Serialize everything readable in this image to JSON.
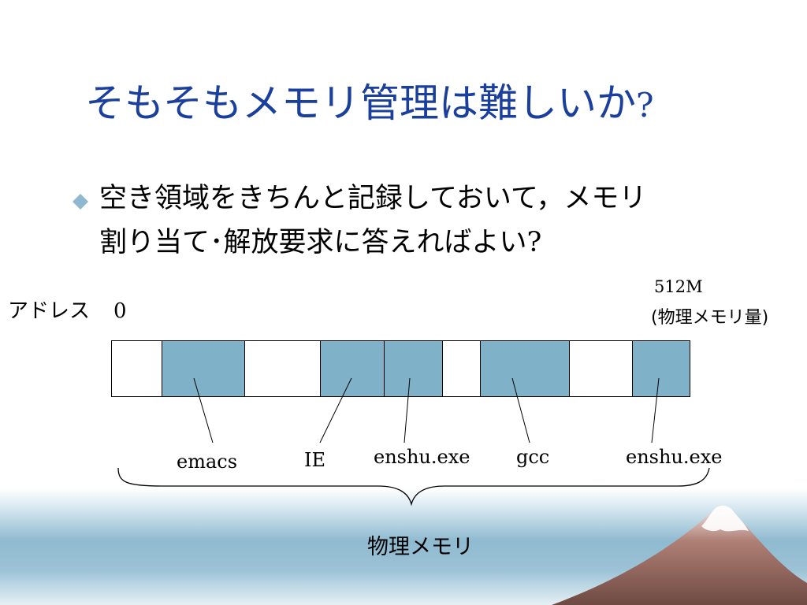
{
  "slide": {
    "title": "そもそもメモリ管理は難しいか",
    "title_q": "?",
    "bullet": {
      "line1": "空き領域をきちんと記録しておいて，メモリ",
      "line2": "割り当て･解放要求に答えればよい",
      "line2_q": "?"
    }
  },
  "diagram": {
    "address_label": "アドレス",
    "address_start": "0",
    "address_end": "512M",
    "address_end_note": "(物理メモリ量)",
    "bottom_label": "物理メモリ",
    "blocks": [
      {
        "state": "free"
      },
      {
        "state": "used",
        "process": "emacs"
      },
      {
        "state": "free"
      },
      {
        "state": "used",
        "process": "IE"
      },
      {
        "state": "used",
        "process": "enshu.exe"
      },
      {
        "state": "free"
      },
      {
        "state": "used",
        "process": "gcc"
      },
      {
        "state": "free"
      },
      {
        "state": "used",
        "process": "enshu.exe"
      }
    ],
    "colors": {
      "used": "#7fb1c8",
      "free": "#ffffff",
      "title": "#1a3f9c",
      "bullet": "#8db8cf"
    }
  }
}
